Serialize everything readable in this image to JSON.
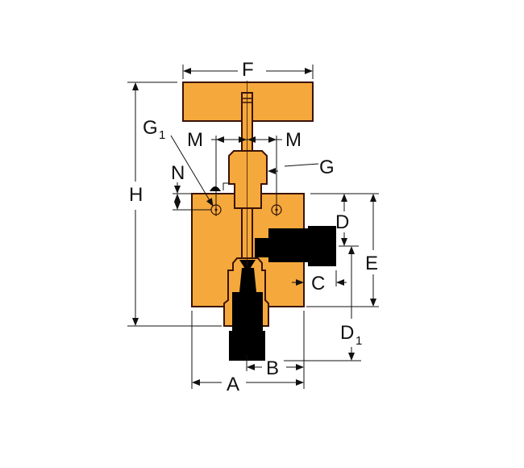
{
  "diagram": {
    "colors": {
      "body": "#f5a93c",
      "outline": "#3a1208",
      "fittings": "#000000"
    },
    "labels": {
      "F": "F",
      "H": "H",
      "M_left": "M",
      "M_right": "M",
      "G": "G",
      "G1": "G",
      "G1_sub": "1",
      "N": "N",
      "D": "D",
      "E": "E",
      "C": "C",
      "D1": "D",
      "D1_sub": "1",
      "B": "B",
      "A": "A"
    }
  }
}
